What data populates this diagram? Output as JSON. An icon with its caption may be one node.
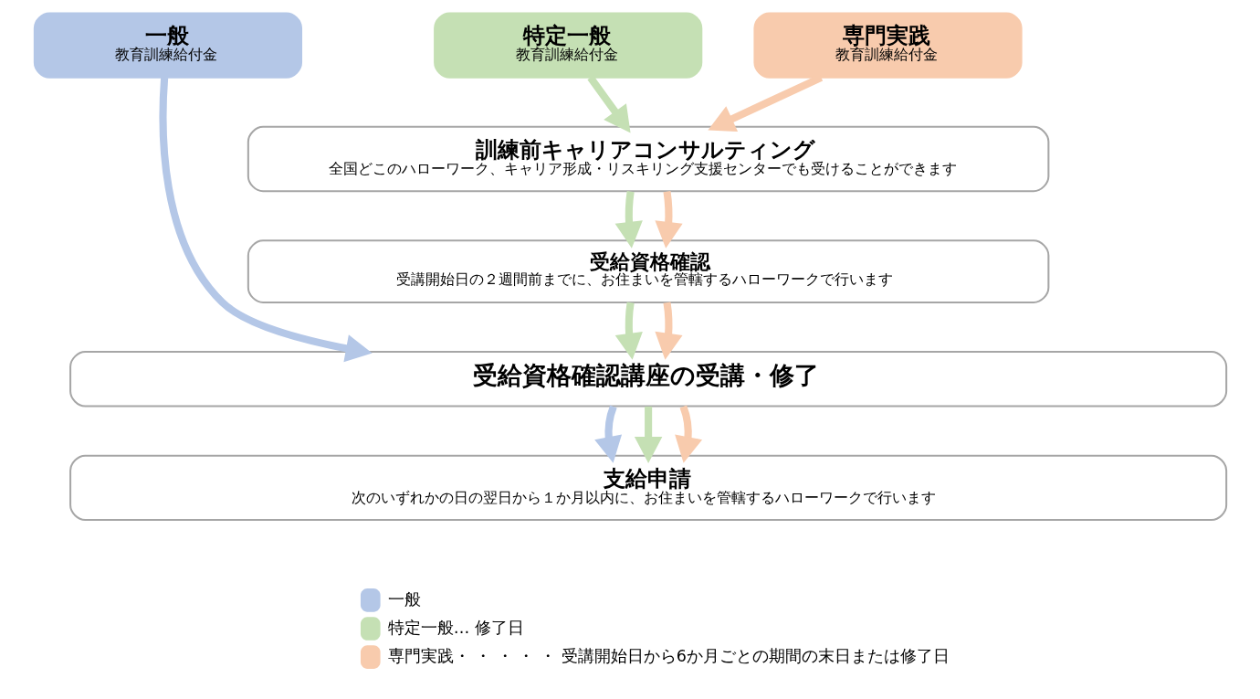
{
  "diagram": {
    "nodes": [
      {
        "text": [
          "一般",
          "教育訓練給付金"
        ]
      },
      {
        "text": [
          "特定一般",
          "教育訓練給付金"
        ]
      },
      {
        "text": [
          "専門実践",
          "教育訓練給付金"
        ]
      },
      {
        "text": [
          "訓練前キャリアコンサルティング",
          "全国どこのハローワーク、キャリア形成・リスキリング支援センターでも受けることができます"
        ]
      },
      {
        "text": [
          "受給資格確認",
          "受講開始日の２週間前までに、お住まいを管轄するハローワークで行います"
        ]
      },
      {
        "text": [
          "受給資格確認講座の受講・修了"
        ]
      },
      {
        "text": [
          "支給申請",
          "次のいずれかの日の翌日から１か月以内に、お住まいを管轄するハローワークで行います"
        ]
      }
    ],
    "edges": [
      {
        "from": 0,
        "to": 5,
        "arrow": "to",
        "color": "#b4c7e7"
      },
      {
        "from": 1,
        "to": 3,
        "arrow": "to",
        "color": "#c5e0b4"
      },
      {
        "from": 2,
        "to": 3,
        "arrow": "to",
        "color": "#f8cbad"
      },
      {
        "from": 3,
        "to": 4,
        "arrow": "to",
        "color": "#c5e0b4"
      },
      {
        "from": 3,
        "to": 4,
        "arrow": "to",
        "color": "#f8cbad"
      },
      {
        "from": 4,
        "to": 5,
        "arrow": "to",
        "color": "#c5e0b4"
      },
      {
        "from": 4,
        "to": 5,
        "arrow": "to",
        "color": "#f8cbad"
      },
      {
        "from": 5,
        "to": 6,
        "arrow": "to",
        "color": "#b4c7e7"
      },
      {
        "from": 5,
        "to": 6,
        "arrow": "to",
        "color": "#c5e0b4"
      },
      {
        "from": 5,
        "to": 6,
        "arrow": "to",
        "color": "#f8cbad"
      }
    ],
    "legend": [
      {
        "text": "一般",
        "color": "#b4c7e7"
      },
      {
        "text": "特定一般… 修了日",
        "color": "#c5e0b4"
      },
      {
        "text": "専門実践・ ・ ・ ・ ・ 受講開始日から6か月ごとの期間の末日または修了日",
        "color": "#f8cbad"
      }
    ]
  }
}
